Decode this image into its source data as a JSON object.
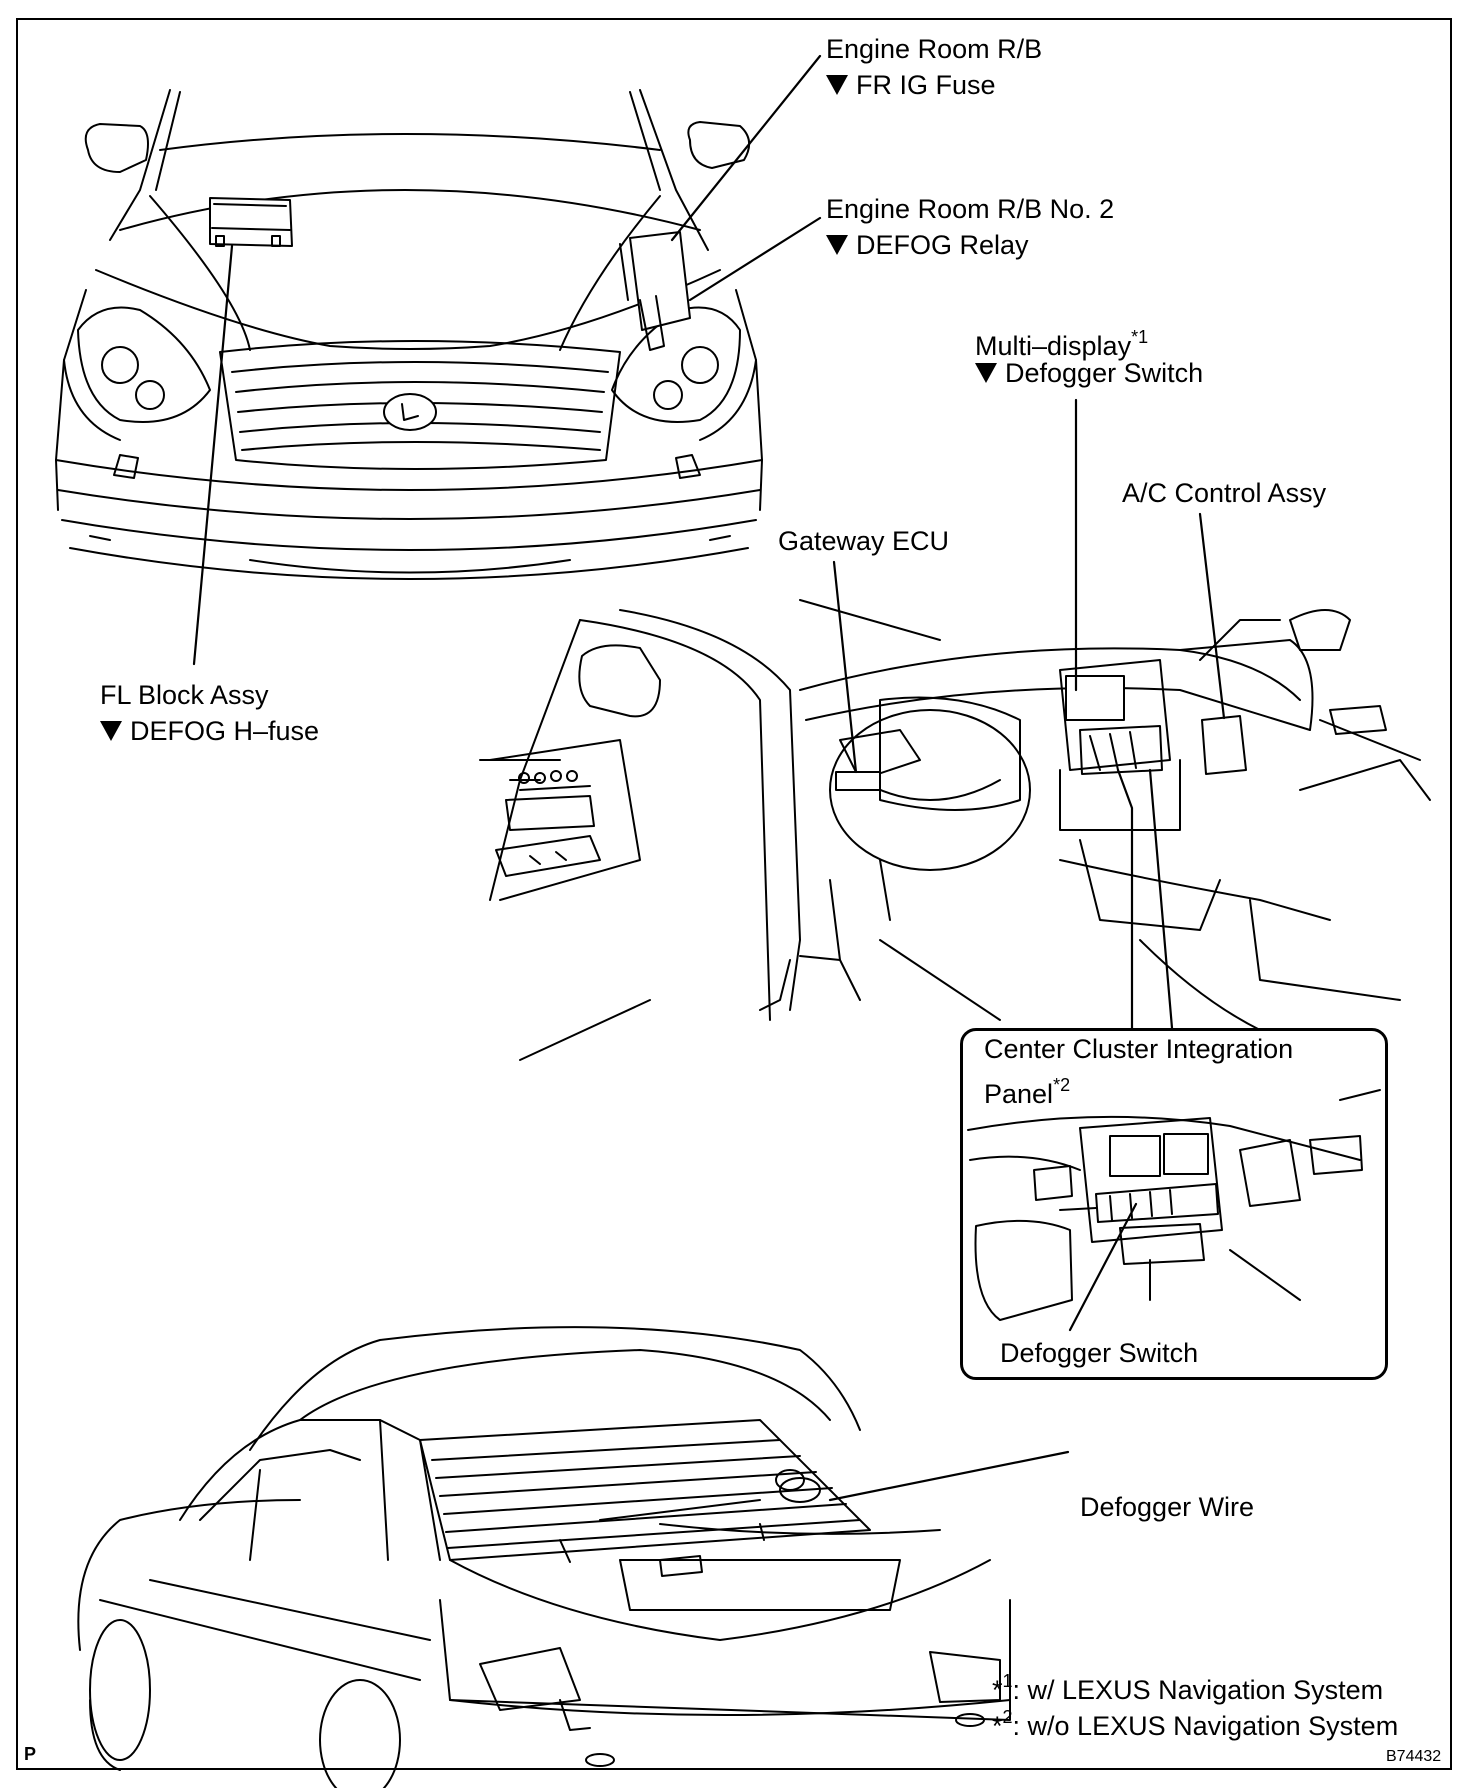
{
  "labels": {
    "engine_room_rb": "Engine Room R/B",
    "fr_ig_fuse": "FR IG Fuse",
    "engine_room_rb_no2": "Engine Room R/B No. 2",
    "defog_relay": "DEFOG Relay",
    "multi_display": "Multi–display",
    "multi_display_sup": "*1",
    "defogger_switch_top": "Defogger Switch",
    "ac_control_assy": "A/C Control Assy",
    "gateway_ecu": "Gateway ECU",
    "fl_block_assy": "FL Block Assy",
    "defog_h_fuse": "DEFOG H–fuse",
    "center_cluster_line1": "Center  Cluster  Integration",
    "center_cluster_line2": "Panel",
    "center_cluster_sup": "*2",
    "defogger_switch_inset": "Defogger Switch",
    "defogger_wire": "Defogger Wire"
  },
  "footnotes": {
    "note1_mark": "*",
    "note1_sup": "1",
    "note1_text": ": w/ LEXUS Navigation System",
    "note2_mark": "*",
    "note2_sup": "2",
    "note2_text": ": w/o LEXUS Navigation System"
  },
  "corner": {
    "left": "P",
    "right": "B74432"
  }
}
